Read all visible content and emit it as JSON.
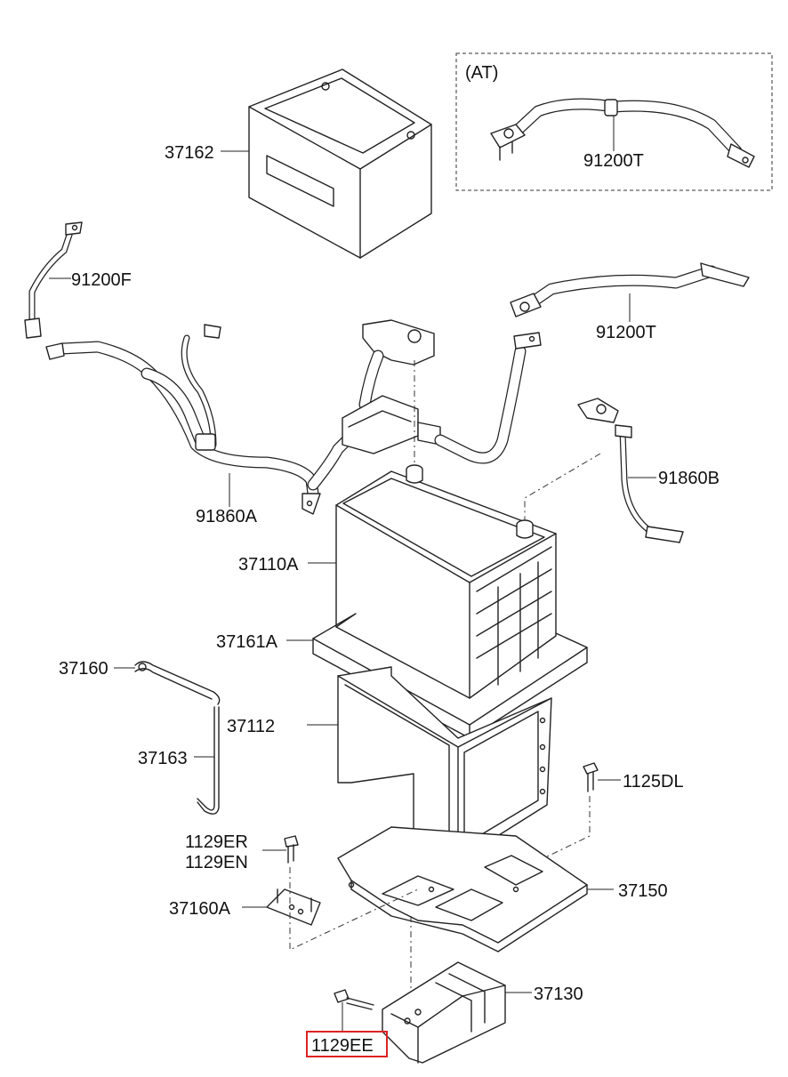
{
  "labels": {
    "p37162": "37162",
    "at_box_title": "(AT)",
    "p91200T_at": "91200T",
    "p91200F": "91200F",
    "p91200T": "91200T",
    "p91860B": "91860B",
    "p91860A": "91860A",
    "p37110A": "37110A",
    "p37161A": "37161A",
    "p37160": "37160",
    "p37112": "37112",
    "p37163": "37163",
    "p1125DL": "1125DL",
    "p1129ER": "1129ER",
    "p1129EN": "1129EN",
    "p37150": "37150",
    "p37160A": "37160A",
    "p37130": "37130",
    "p1129EE": "1129EE"
  },
  "highlight": {
    "part": "1129EE",
    "color": "#d22222"
  }
}
